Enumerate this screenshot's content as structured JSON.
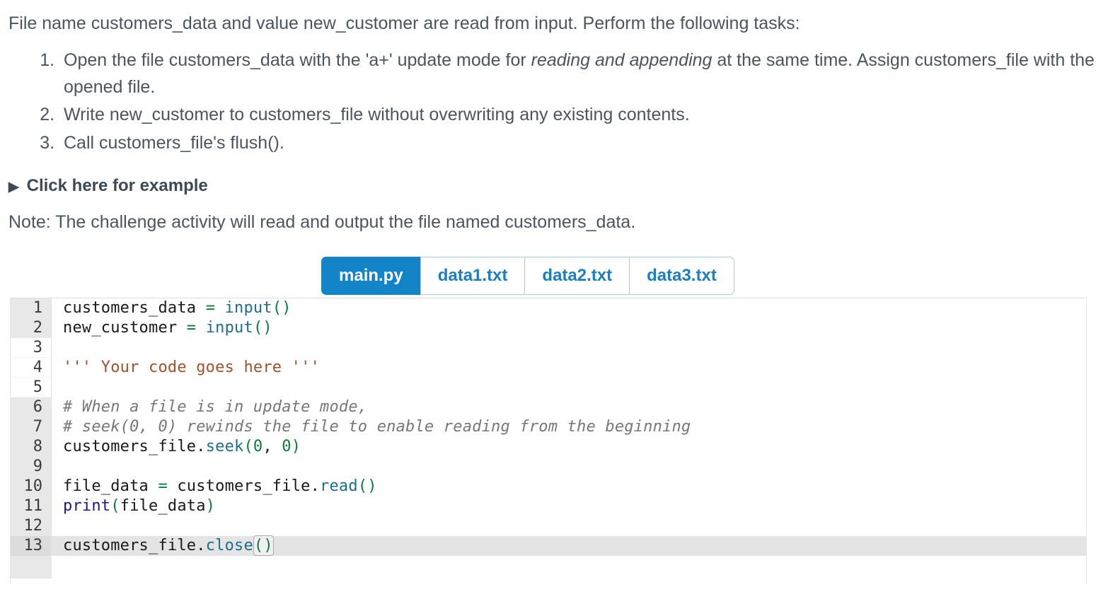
{
  "prompt": {
    "intro": "File name customers_data and value new_customer are read from input. Perform the following tasks:",
    "tasks": [
      {
        "before": "Open the file customers_data with the 'a+' update mode for ",
        "italic": "reading and appending",
        "after": " at the same time. Assign customers_file with the opened file."
      },
      {
        "before": "Write new_customer to customers_file without overwriting any existing contents.",
        "italic": "",
        "after": ""
      },
      {
        "before": "Call customers_file's flush().",
        "italic": "",
        "after": ""
      }
    ],
    "disclosure_marker": "▶",
    "disclosure_label": "Click here for example",
    "note": "Note: The challenge activity will read and output the file named customers_data."
  },
  "tabs": {
    "active_index": 0,
    "items": [
      {
        "label": "main.py"
      },
      {
        "label": "data1.txt"
      },
      {
        "label": "data2.txt"
      },
      {
        "label": "data3.txt"
      }
    ]
  },
  "editor": {
    "active_file": "main.py",
    "current_line": 13,
    "editable_lines": [
      3,
      4,
      5
    ],
    "colors": {
      "accent_blue": "#1484c8",
      "tab_border": "#a9cde4",
      "gutter_bg": "#e8e8e8",
      "gutter_editable_bg": "#ffffff",
      "current_line_bg": "#e4e4e4",
      "function": "#1b6f8a",
      "operator": "#0a7c3c",
      "keyword": "#19198c",
      "string": "#a0522d",
      "comment": "#777777"
    },
    "lines": [
      {
        "n": 1,
        "text": "customers_data = input()",
        "tokens": [
          {
            "t": "customers_data ",
            "c": "plain"
          },
          {
            "t": "=",
            "c": "op"
          },
          {
            "t": " ",
            "c": "plain"
          },
          {
            "t": "input",
            "c": "fn"
          },
          {
            "t": "()",
            "c": "paren"
          }
        ]
      },
      {
        "n": 2,
        "text": "new_customer = input()",
        "tokens": [
          {
            "t": "new_customer ",
            "c": "plain"
          },
          {
            "t": "=",
            "c": "op"
          },
          {
            "t": " ",
            "c": "plain"
          },
          {
            "t": "input",
            "c": "fn"
          },
          {
            "t": "()",
            "c": "paren"
          }
        ]
      },
      {
        "n": 3,
        "text": "",
        "tokens": []
      },
      {
        "n": 4,
        "text": "''' Your code goes here '''",
        "tokens": [
          {
            "t": "''' Your code goes here '''",
            "c": "str"
          }
        ]
      },
      {
        "n": 5,
        "text": "",
        "tokens": []
      },
      {
        "n": 6,
        "text": "# When a file is in update mode,",
        "tokens": [
          {
            "t": "# When a file is in update mode,",
            "c": "cmt"
          }
        ]
      },
      {
        "n": 7,
        "text": "# seek(0, 0) rewinds the file to enable reading from the beginning",
        "tokens": [
          {
            "t": "# seek(0, 0) rewinds the file to enable reading from the beginning",
            "c": "cmt"
          }
        ]
      },
      {
        "n": 8,
        "text": "customers_file.seek(0, 0)",
        "tokens": [
          {
            "t": "customers_file.",
            "c": "plain"
          },
          {
            "t": "seek",
            "c": "fn"
          },
          {
            "t": "(",
            "c": "paren"
          },
          {
            "t": "0",
            "c": "num"
          },
          {
            "t": ", ",
            "c": "plain"
          },
          {
            "t": "0",
            "c": "num"
          },
          {
            "t": ")",
            "c": "paren"
          }
        ]
      },
      {
        "n": 9,
        "text": "",
        "tokens": []
      },
      {
        "n": 10,
        "text": "file_data = customers_file.read()",
        "tokens": [
          {
            "t": "file_data ",
            "c": "plain"
          },
          {
            "t": "=",
            "c": "op"
          },
          {
            "t": " customers_file.",
            "c": "plain"
          },
          {
            "t": "read",
            "c": "fn"
          },
          {
            "t": "()",
            "c": "paren"
          }
        ]
      },
      {
        "n": 11,
        "text": "print(file_data)",
        "tokens": [
          {
            "t": "print",
            "c": "kw"
          },
          {
            "t": "(",
            "c": "paren"
          },
          {
            "t": "file_data",
            "c": "plain"
          },
          {
            "t": ")",
            "c": "paren"
          }
        ]
      },
      {
        "n": 12,
        "text": "",
        "tokens": []
      },
      {
        "n": 13,
        "text": "customers_file.close()",
        "tokens": [
          {
            "t": "customers_file.",
            "c": "plain"
          },
          {
            "t": "close",
            "c": "fn"
          },
          {
            "t": "()",
            "c": "paren",
            "match": true
          }
        ]
      }
    ]
  }
}
